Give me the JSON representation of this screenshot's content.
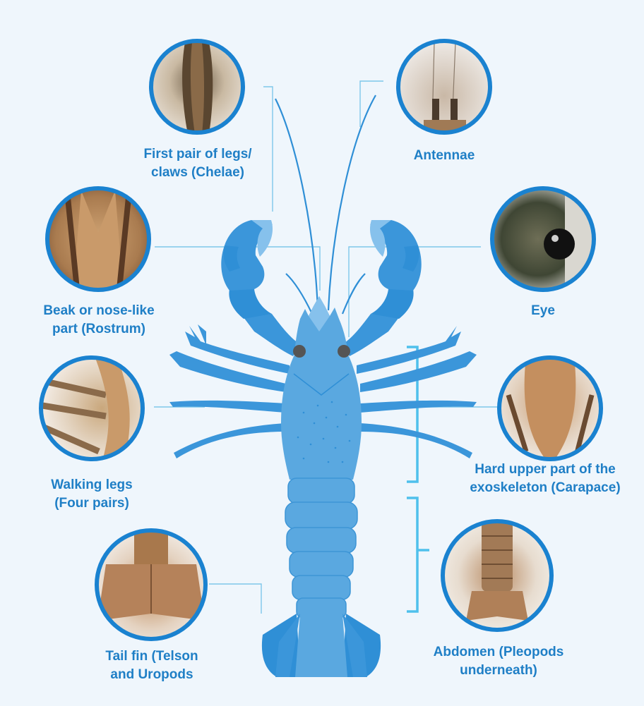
{
  "colors": {
    "background": "#eff6fc",
    "crayfish_body": "#5aa8e0",
    "crayfish_dark": "#2f8fd6",
    "crayfish_light": "#86c1ec",
    "circle_ring": "#1a82d0",
    "leader_line": "#7fc7ea",
    "bracket": "#4fc0ec",
    "label_text": "#1f7fc6",
    "eye": "#555555"
  },
  "labels": {
    "claws": [
      "First pair of legs/",
      "claws (Chelae)"
    ],
    "antennae": [
      "Antennae"
    ],
    "rostrum": [
      "Beak or nose-like",
      "part (Rostrum)"
    ],
    "eye": [
      "Eye"
    ],
    "walking_legs": [
      "Walking legs",
      "(Four pairs)"
    ],
    "carapace": [
      "Hard upper part of the",
      "exoskeleton (Carapace)"
    ],
    "tail_fin": [
      "Tail fin (Telson",
      "and Uropods"
    ],
    "abdomen": [
      "Abdomen (Pleopods",
      "underneath)"
    ]
  },
  "photos": {
    "claws": "photo of chela close-up",
    "antennae": "photo of antennae close-up",
    "rostrum": "photo of rostrum close-up",
    "eye": "photo of eye close-up",
    "walking_legs": "photo of walking legs close-up",
    "carapace": "photo of carapace close-up",
    "tail_fin": "photo of tail fin close-up",
    "abdomen": "photo of abdomen close-up"
  }
}
